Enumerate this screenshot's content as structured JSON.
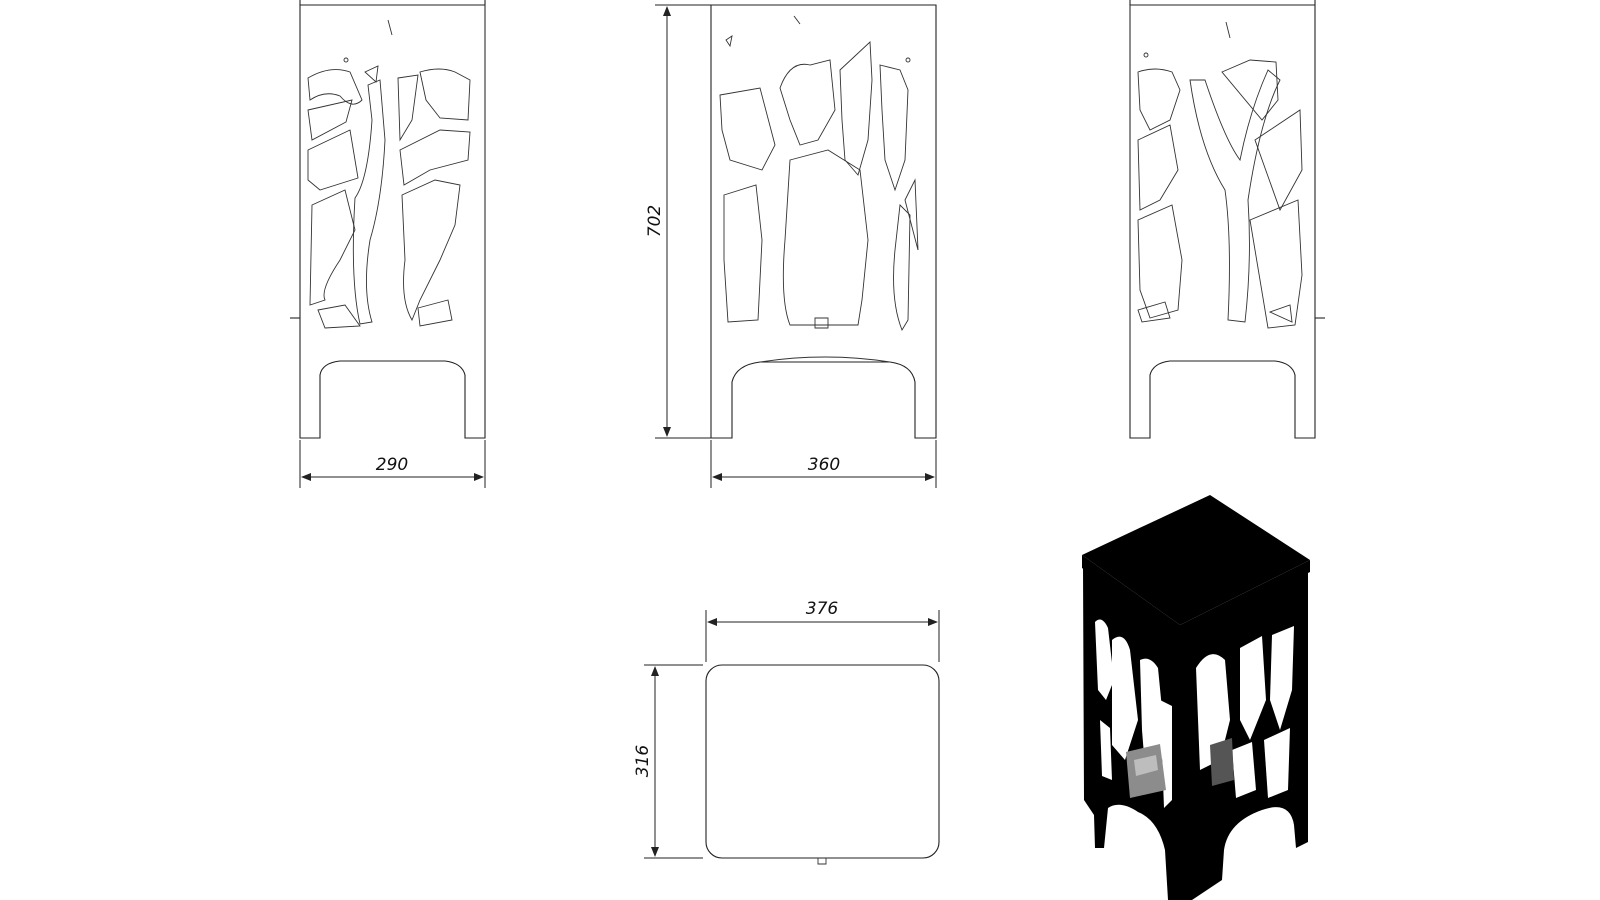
{
  "dimensions": {
    "side_width": "290",
    "front_width": "360",
    "height": "702",
    "top_width": "376",
    "top_depth": "316"
  },
  "views": [
    "left-side-view",
    "front-view",
    "right-side-view",
    "top-view",
    "isometric-render"
  ],
  "colors": {
    "line": "#222222",
    "render_body": "#000000",
    "background": "#ffffff"
  }
}
